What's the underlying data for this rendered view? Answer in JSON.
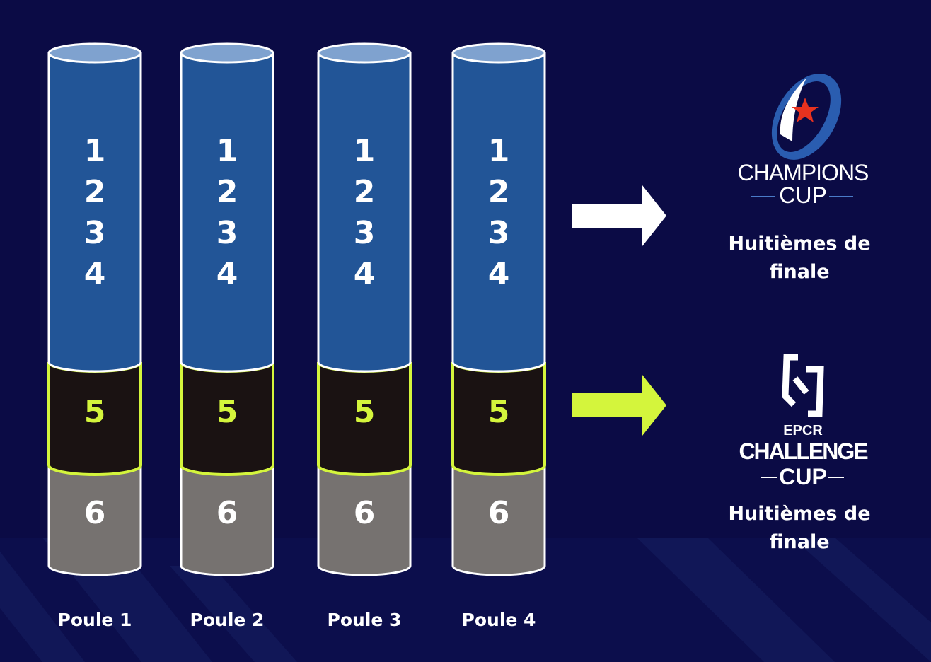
{
  "pools": [
    {
      "label": "Poule 1",
      "top_ranks": [
        "1",
        "2",
        "3",
        "4"
      ],
      "middle_rank": "5",
      "bottom_rank": "6"
    },
    {
      "label": "Poule 2",
      "top_ranks": [
        "1",
        "2",
        "3",
        "4"
      ],
      "middle_rank": "5",
      "bottom_rank": "6"
    },
    {
      "label": "Poule 3",
      "top_ranks": [
        "1",
        "2",
        "3",
        "4"
      ],
      "middle_rank": "5",
      "bottom_rank": "6"
    },
    {
      "label": "Poule 4",
      "top_ranks": [
        "1",
        "2",
        "3",
        "4"
      ],
      "middle_rank": "5",
      "bottom_rank": "6"
    }
  ],
  "destinations": {
    "champions": {
      "logo_line1": "CHAMPIONS",
      "logo_line2": "CUP",
      "text": "Huitièmes de finale",
      "arrow_color": "#ffffff"
    },
    "challenge": {
      "logo_line1": "EPCR",
      "logo_line2": "CHALLENGE",
      "logo_line3": "CUP",
      "text": "Huitièmes de finale",
      "arrow_color": "#d4f53c"
    }
  },
  "colors": {
    "background": "#0b0b45",
    "top_segment": "#225597",
    "top_cap": "#7fa2cf",
    "middle_segment": "#1a1212",
    "middle_outline": "#d4f53c",
    "middle_text": "#d4f53c",
    "bottom_segment": "#767270",
    "outline": "#ffffff",
    "star": "#e8321f",
    "ball_ring": "#2a5db0"
  }
}
